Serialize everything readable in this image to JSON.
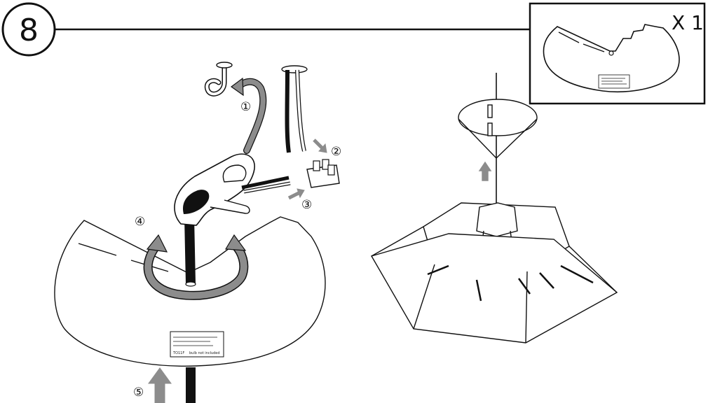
{
  "step": {
    "number": "8"
  },
  "quantity": {
    "label": "X 1"
  },
  "callouts": {
    "c1": "①",
    "c2": "②",
    "c3": "③",
    "c4": "④",
    "c5": "⑤"
  },
  "label_plate": {
    "line_bulb_note": "bulb not included",
    "line_model": "TO11F"
  },
  "colors": {
    "ink": "#111111",
    "arrow_gray": "#8c8c8c",
    "cable_black": "#111111"
  }
}
